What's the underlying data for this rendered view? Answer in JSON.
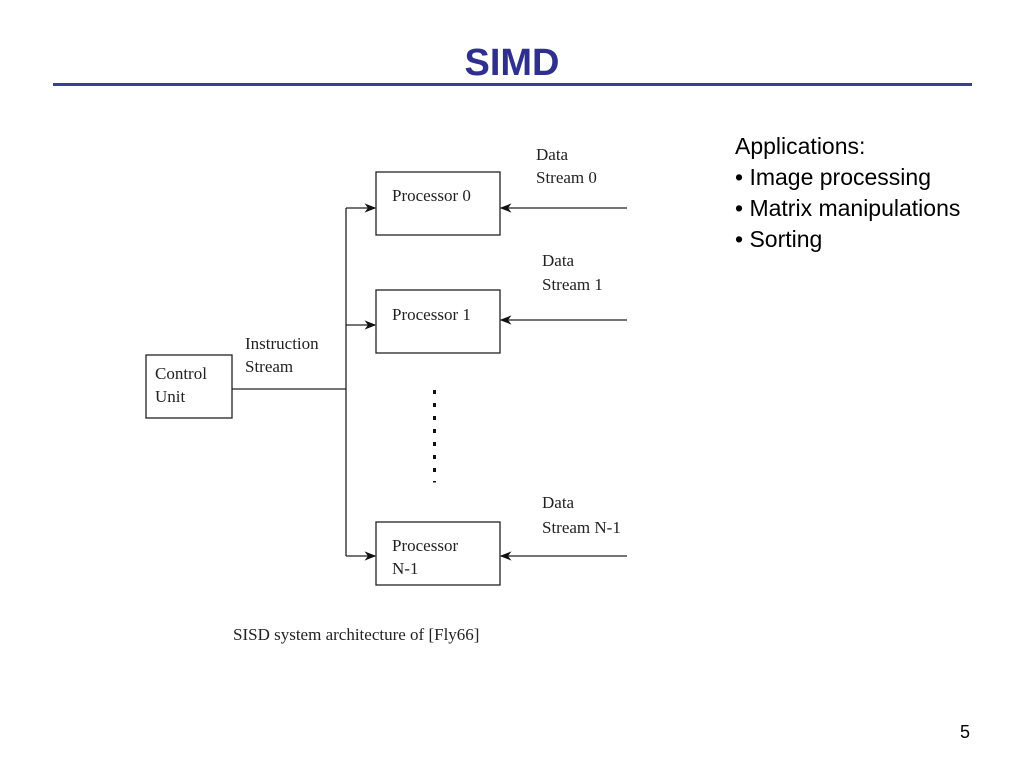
{
  "slide": {
    "title": "SIMD",
    "page_number": "5"
  },
  "diagram": {
    "control_unit_lines": [
      "Control",
      "Unit"
    ],
    "instruction_stream_lines": [
      "Instruction",
      "Stream"
    ],
    "processors": [
      {
        "lines": [
          "Processor 0"
        ]
      },
      {
        "lines": [
          "Processor 1"
        ]
      },
      {
        "lines": [
          "Processor",
          "N-1"
        ]
      }
    ],
    "data_streams": [
      {
        "lines": [
          "Data",
          "Stream 0"
        ]
      },
      {
        "lines": [
          "Data",
          "Stream 1"
        ]
      },
      {
        "lines": [
          "Data",
          "Stream N-1"
        ]
      }
    ],
    "caption": "SISD system architecture of [Fly66]"
  },
  "applications": {
    "heading": "Applications:",
    "items": [
      "Image processing",
      "Matrix manipulations",
      "Sorting"
    ]
  }
}
